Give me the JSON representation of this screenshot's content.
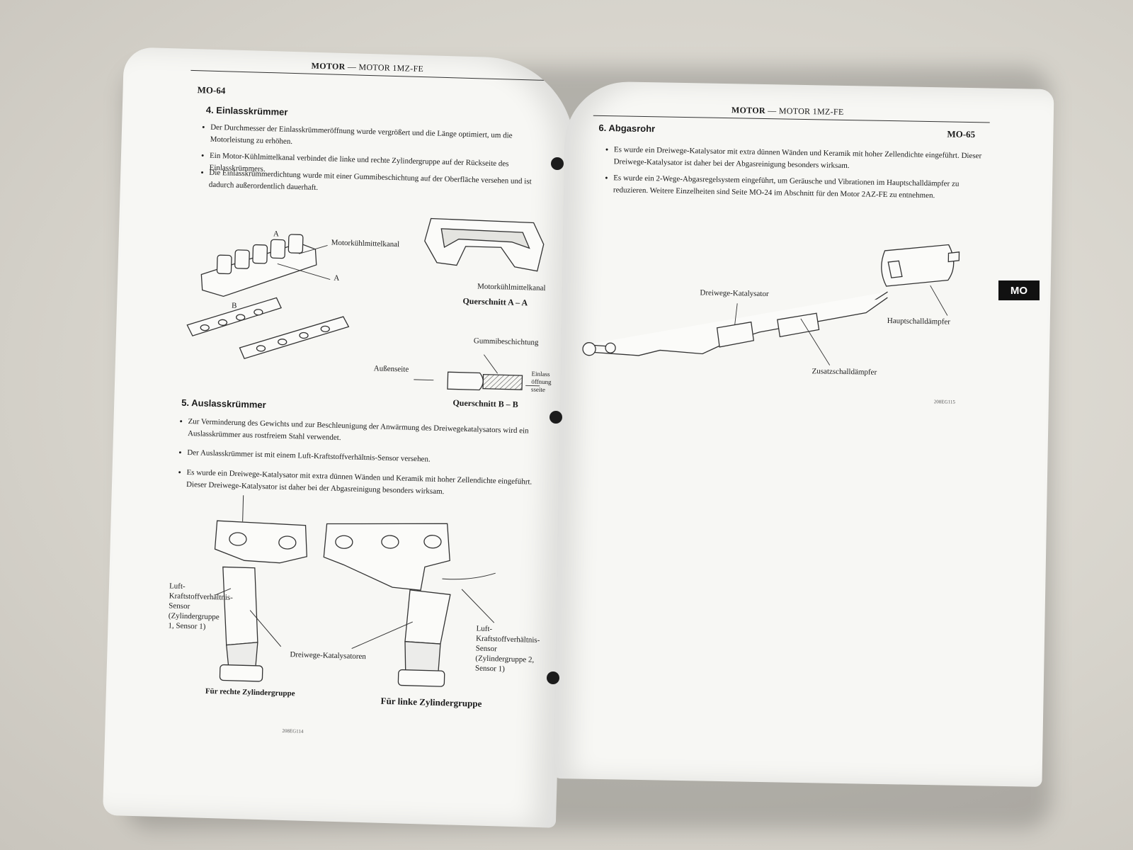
{
  "left_page": {
    "header": {
      "title_bold": "MOTOR",
      "title_rest": " — MOTOR 1MZ-FE",
      "page_number": "MO-64"
    },
    "section4": {
      "title": "4. Einlasskrümmer",
      "bullets": [
        "Der Durchmesser der Einlasskrümmeröffnung wurde vergrößert und die Länge optimiert, um die Motorleistung zu erhöhen.",
        "Ein Motor-Kühlmittelkanal verbindet die linke und rechte Zylindergruppe auf der Rückseite des Einlasskrümmers.",
        "Die Einlasskrümmerdichtung wurde mit einer Gummibeschichtung auf der Oberfläche versehen und ist dadurch außerordentlich dauerhaft."
      ],
      "figure": {
        "label_coolant_channel": "Motorkühlmittelkanal",
        "label_a1": "A",
        "label_a2": "A",
        "label_b": "B",
        "label_coolant_channel_2": "Motorkühlmittelkanal",
        "caption_aa": "Querschnitt A – A",
        "label_rubber": "Gummibeschichtung",
        "label_outside": "Außenseite",
        "label_inlet_side": "Einlassöffnungsseite",
        "caption_bb": "Querschnitt B – B"
      }
    },
    "section5": {
      "title": "5. Auslasskrümmer",
      "bullets": [
        "Zur Verminderung des Gewichts und zur Beschleunigung der Anwärmung des Dreiwegekatalysators wird ein Auslasskrümmer aus rostfreiem Stahl verwendet.",
        "Der Auslasskrümmer ist mit einem Luft-Kraftstoffverhältnis-Sensor versehen.",
        "Es wurde ein Dreiwege-Katalysator mit extra dünnen Wänden und Keramik mit hoher Zellendichte eingeführt. Dieser Dreiwege-Katalysator ist daher bei der Abgasreinigung besonders wirksam."
      ],
      "figure": {
        "label_sensor1": "Luft-Kraftstoffverhältnis-Sensor (Zylindergruppe 1, Sensor 1)",
        "label_sensor2": "Luft-Kraftstoffverhältnis-Sensor (Zylindergruppe 2, Sensor 1)",
        "label_catalysts": "Dreiwege-Katalysatoren",
        "caption_right_bank": "Für rechte Zylindergruppe",
        "caption_left_bank": "Für linke Zylindergruppe",
        "code": "208EG114"
      }
    }
  },
  "right_page": {
    "header": {
      "title_bold": "MOTOR",
      "title_rest": " — MOTOR 1MZ-FE",
      "page_number": "MO-65"
    },
    "section6": {
      "title": "6. Abgasrohr",
      "bullets": [
        "Es wurde ein Dreiwege-Katalysator mit extra dünnen Wänden und Keramik mit hoher Zellendichte eingeführt. Dieser Dreiwege-Katalysator ist daher bei der Abgasreinigung besonders wirksam.",
        "Es wurde ein 2-Wege-Abgasregelsystem eingeführt, um Geräusche und Vibrationen im Hauptschalldämpfer zu reduzieren. Weitere Einzelheiten sind Seite MO-24 im Abschnitt für den Motor 2AZ-FE zu entnehmen."
      ],
      "figure": {
        "label_catalyst": "Dreiwege-Katalysator",
        "label_main_muffler": "Hauptschalldämpfer",
        "label_sub_muffler": "Zusatzschalldämpfer",
        "code": "208EG115"
      }
    },
    "tab_label": "MO"
  }
}
